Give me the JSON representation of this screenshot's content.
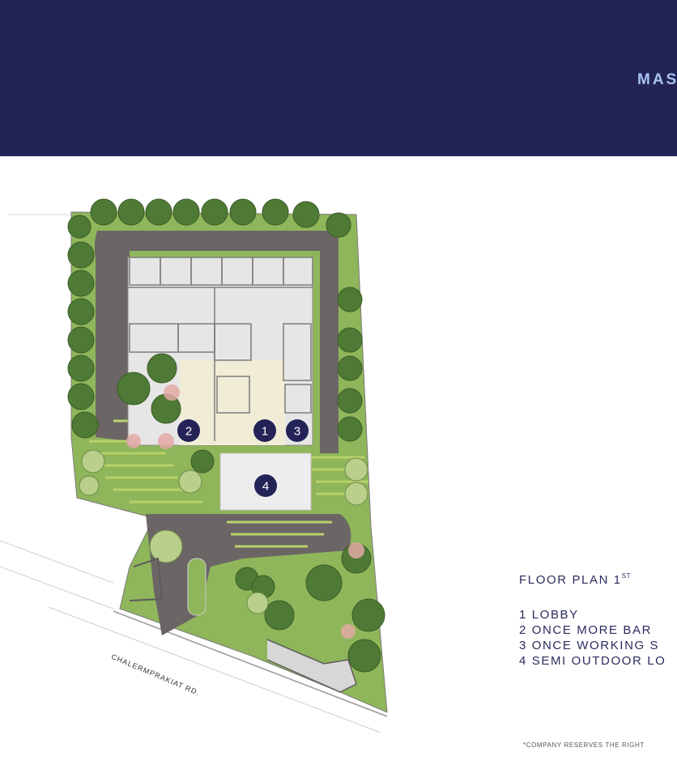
{
  "header": {
    "title": "MAS",
    "background": "#232358",
    "title_color": "#a9c4ef"
  },
  "legend": {
    "title": "FLOOR PLAN 1",
    "title_sup": "ST",
    "items": [
      {
        "number": "1",
        "label": "LOBBY"
      },
      {
        "number": "2",
        "label": "ONCE MORE BAR"
      },
      {
        "number": "3",
        "label": "ONCE WORKING S"
      },
      {
        "number": "4",
        "label": "SEMI OUTDOOR LO"
      }
    ]
  },
  "markers": [
    "1",
    "2",
    "3",
    "4"
  ],
  "road_label": "CHALERMPRAKIAT RD.",
  "disclaimer": "*COMPANY RESERVES THE RIGHT",
  "colors": {
    "marker": "#232358",
    "lawn": "#8fb65a",
    "tree": "#4e7a35",
    "driveway": "#6b6565",
    "building": "#e6e6e6"
  }
}
